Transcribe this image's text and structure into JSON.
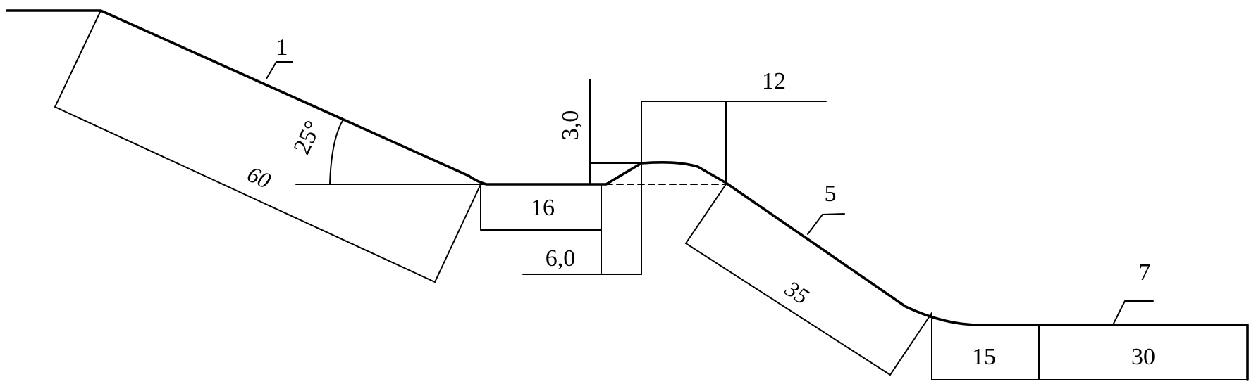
{
  "callouts": {
    "item_1": "1",
    "item_5": "5",
    "item_7": "7"
  },
  "dimensions": {
    "slope_length_1": "60",
    "slope_angle": "25°",
    "bench_width_16": "16",
    "depth_6": "6,0",
    "height_3": "3,0",
    "top_width_12": "12",
    "slope_length_5": "35",
    "toe_width_15": "15",
    "width_30": "30"
  }
}
